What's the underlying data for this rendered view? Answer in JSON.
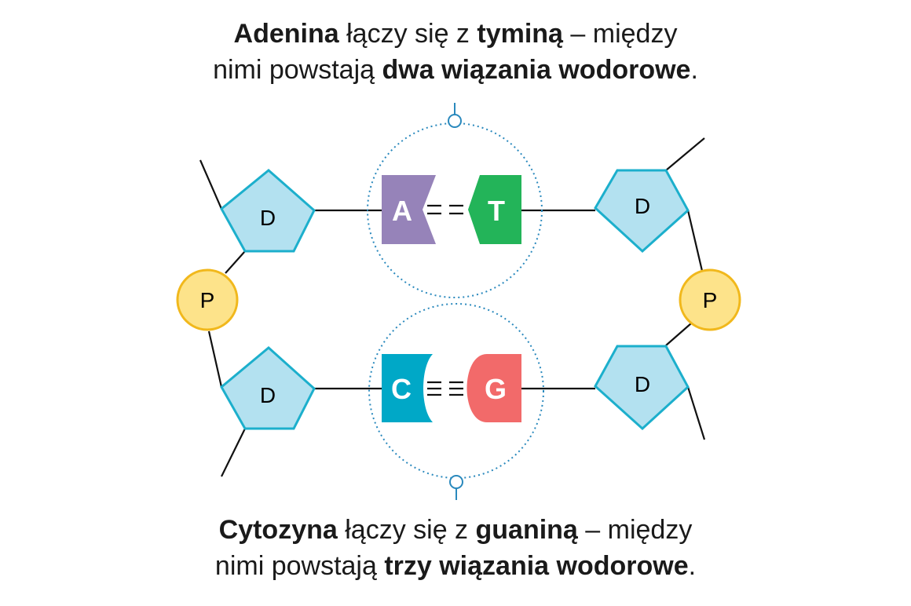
{
  "captions": {
    "top": {
      "line1": [
        {
          "text": "Adenina",
          "bold": true
        },
        {
          "text": " łączy się z ",
          "bold": false
        },
        {
          "text": "tyminą",
          "bold": true
        },
        {
          "text": " – między",
          "bold": false
        }
      ],
      "line2": [
        {
          "text": "nimi powstają ",
          "bold": false
        },
        {
          "text": "dwa wiązania wodorowe",
          "bold": true
        },
        {
          "text": ".",
          "bold": false
        }
      ]
    },
    "bottom": {
      "line1": [
        {
          "text": "Cytozyna",
          "bold": true
        },
        {
          "text": " łączy się z ",
          "bold": false
        },
        {
          "text": "guaniną",
          "bold": true
        },
        {
          "text": " – między",
          "bold": false
        }
      ],
      "line2": [
        {
          "text": "nimi powstają ",
          "bold": false
        },
        {
          "text": "trzy wiązania wodorowe",
          "bold": true
        },
        {
          "text": ".",
          "bold": false
        }
      ]
    }
  },
  "nodes": {
    "sugar_label": "D",
    "phosphate_label": "P"
  },
  "bases": {
    "adenine": {
      "label": "A",
      "color": "#9683b9"
    },
    "thymine": {
      "label": "T",
      "color": "#23b459"
    },
    "cytosine": {
      "label": "C",
      "color": "#00a8c7"
    },
    "guanine": {
      "label": "G",
      "color": "#f26a6a"
    }
  },
  "colors": {
    "sugar_fill": "#b3e1f0",
    "sugar_stroke": "#1cafcc",
    "phosphate_fill": "#fde38a",
    "phosphate_stroke": "#f1b81c",
    "callout": "#2a89bd",
    "line": "#111111"
  }
}
